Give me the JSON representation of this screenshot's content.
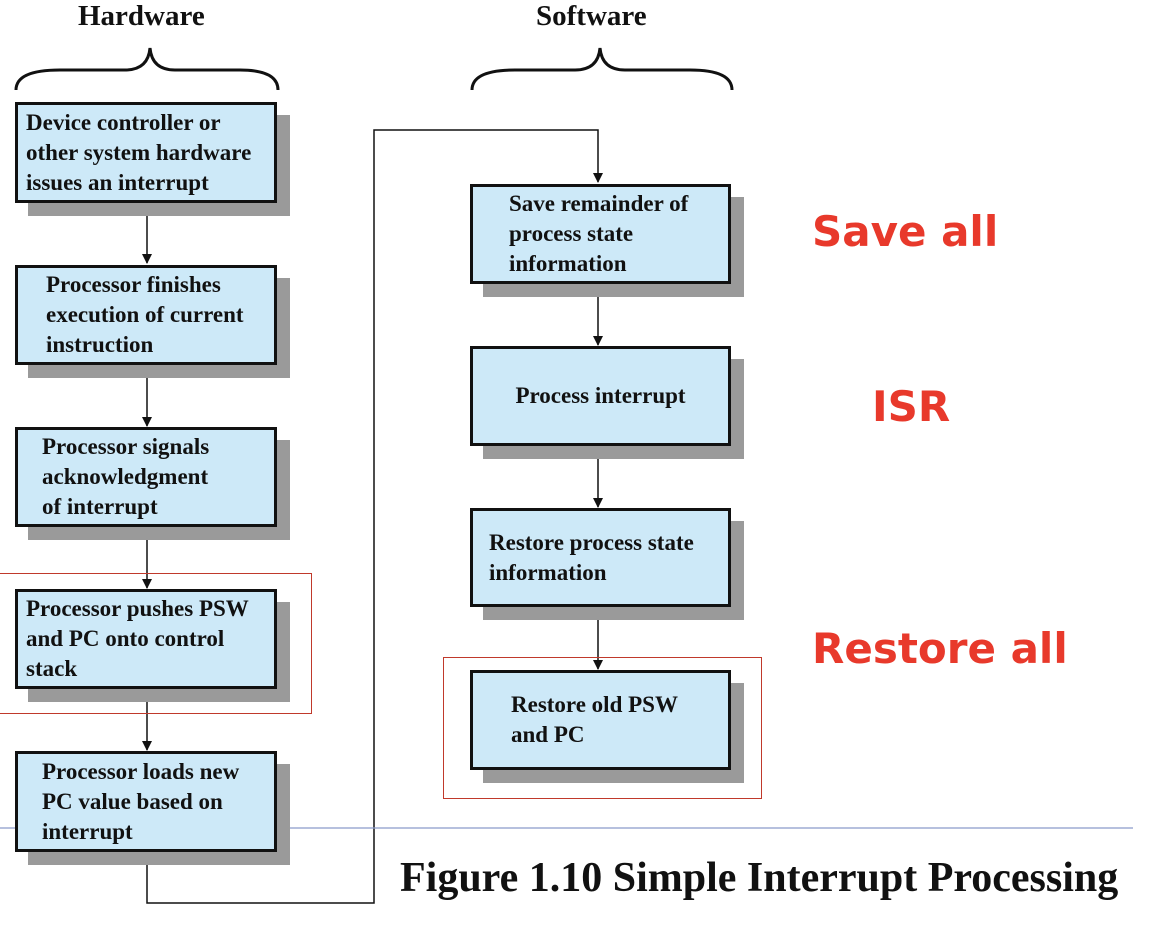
{
  "columns": {
    "hardware": "Hardware",
    "software": "Software"
  },
  "hardware_steps": [
    "Device controller or\nother system hardware\nissues an interrupt",
    "Processor finishes\nexecution of current\ninstruction",
    "Processor signals\nacknowledgment\nof interrupt",
    "Processor pushes PSW\nand PC onto control\nstack",
    "Processor loads new\nPC value based on\ninterrupt"
  ],
  "software_steps": [
    "Save remainder of\nprocess state\ninformation",
    "Process interrupt",
    "Restore process state\ninformation",
    "Restore old PSW\nand PC"
  ],
  "annotations": {
    "save_all": "Save all",
    "isr": "ISR",
    "restore_all": "Restore all"
  },
  "caption": "Figure 1.10 Simple Interrupt Processing",
  "colors": {
    "box_fill": "#cde9f8",
    "box_shadow": "#9a9a9a",
    "annotation": "#e8392b",
    "frame": "#c0392b",
    "rule": "#8a9bc9"
  }
}
